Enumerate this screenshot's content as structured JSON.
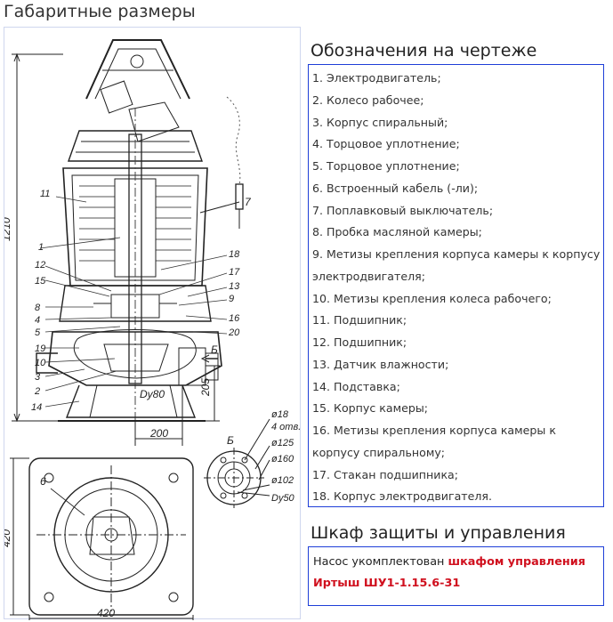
{
  "page_title": "Габаритные размеры",
  "legend": {
    "title": "Обозначения на чертеже",
    "items": [
      "1. Электродвигатель;",
      "2. Колесо рабочее;",
      "3. Корпус спиральный;",
      "4. Торцовое уплотнение;",
      "5. Торцовое уплотнение;",
      "6. Встроенный кабель (-ли);",
      "7. Поплавковый выключатель;",
      "8. Пробка масляной камеры;",
      "9. Метизы крепления корпуса камеры к корпусу электродвигателя;",
      "10. Метизы крепления колеса рабочего;",
      "11. Подшипник;",
      "12. Подшипник;",
      "13. Датчик влажности;",
      "14. Подставка;",
      "15. Корпус камеры;",
      "16. Метизы крепления корпуса камеры к корпусу спиральному;",
      "17. Стакан подшипника;",
      "18. Корпус электродвигателя."
    ]
  },
  "cabinet": {
    "title": "Шкаф защиты и управления",
    "text_before": "Насос укомплектован ",
    "text_highlight_1": "шкафом управления",
    "text_highlight_2": "Иртыш ШУ1-1.15.6-31"
  },
  "drawing": {
    "dim_height": "1210",
    "dim_width_bottom": "200",
    "dim_height_small": "205",
    "outlet_label": "Dy80",
    "plan_width": "420",
    "plan_height": "420",
    "view_label": "Б",
    "view_arrow_label": "Б",
    "flange_labels": [
      "ø18",
      "4 отв.",
      "ø125",
      "ø160",
      "ø102",
      "Dy50"
    ],
    "callouts_left": [
      "11",
      "1",
      "12",
      "15",
      "8",
      "4",
      "5",
      "19",
      "10",
      "3",
      "2",
      "14"
    ],
    "callouts_right": [
      "18",
      "17",
      "13",
      "9",
      "16",
      "20"
    ],
    "callout_cable": "7",
    "callout_plan": "6"
  },
  "colors": {
    "accent_border": "#1e3ed8",
    "highlight": "#d0101e",
    "drawing_line": "#222222"
  }
}
